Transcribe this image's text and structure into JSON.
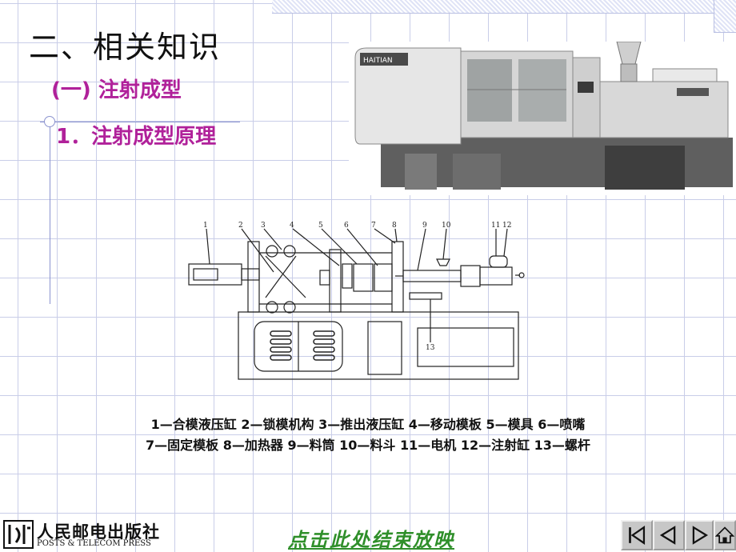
{
  "slide": {
    "title": "二、相关知识",
    "subtitle1": "(一) 注射成型",
    "subtitle2": "1．注射成型原理"
  },
  "photo": {
    "brand": "HAITIAN"
  },
  "diagram": {
    "numbers": [
      "1",
      "2",
      "3",
      "4",
      "5",
      "6",
      "7",
      "8",
      "9",
      "10",
      "11",
      "12",
      "13"
    ]
  },
  "legend": {
    "line1": "1—合模液压缸  2—锁模机构  3—推出液压缸  4—移动模板  5—模具  6—喷嘴",
    "line2": "7—固定模板  8—加热器  9—料筒  10—料斗  11—电机  12—注射缸  13—螺杆"
  },
  "footer": {
    "publisher_cn": "人民邮电出版社",
    "publisher_en": "POSTS & TELECOM PRESS",
    "end_show_link": "点击此处结束放映"
  },
  "nav": {
    "icons": [
      "first-slide-icon",
      "previous-slide-icon",
      "next-slide-icon",
      "home-icon"
    ]
  }
}
